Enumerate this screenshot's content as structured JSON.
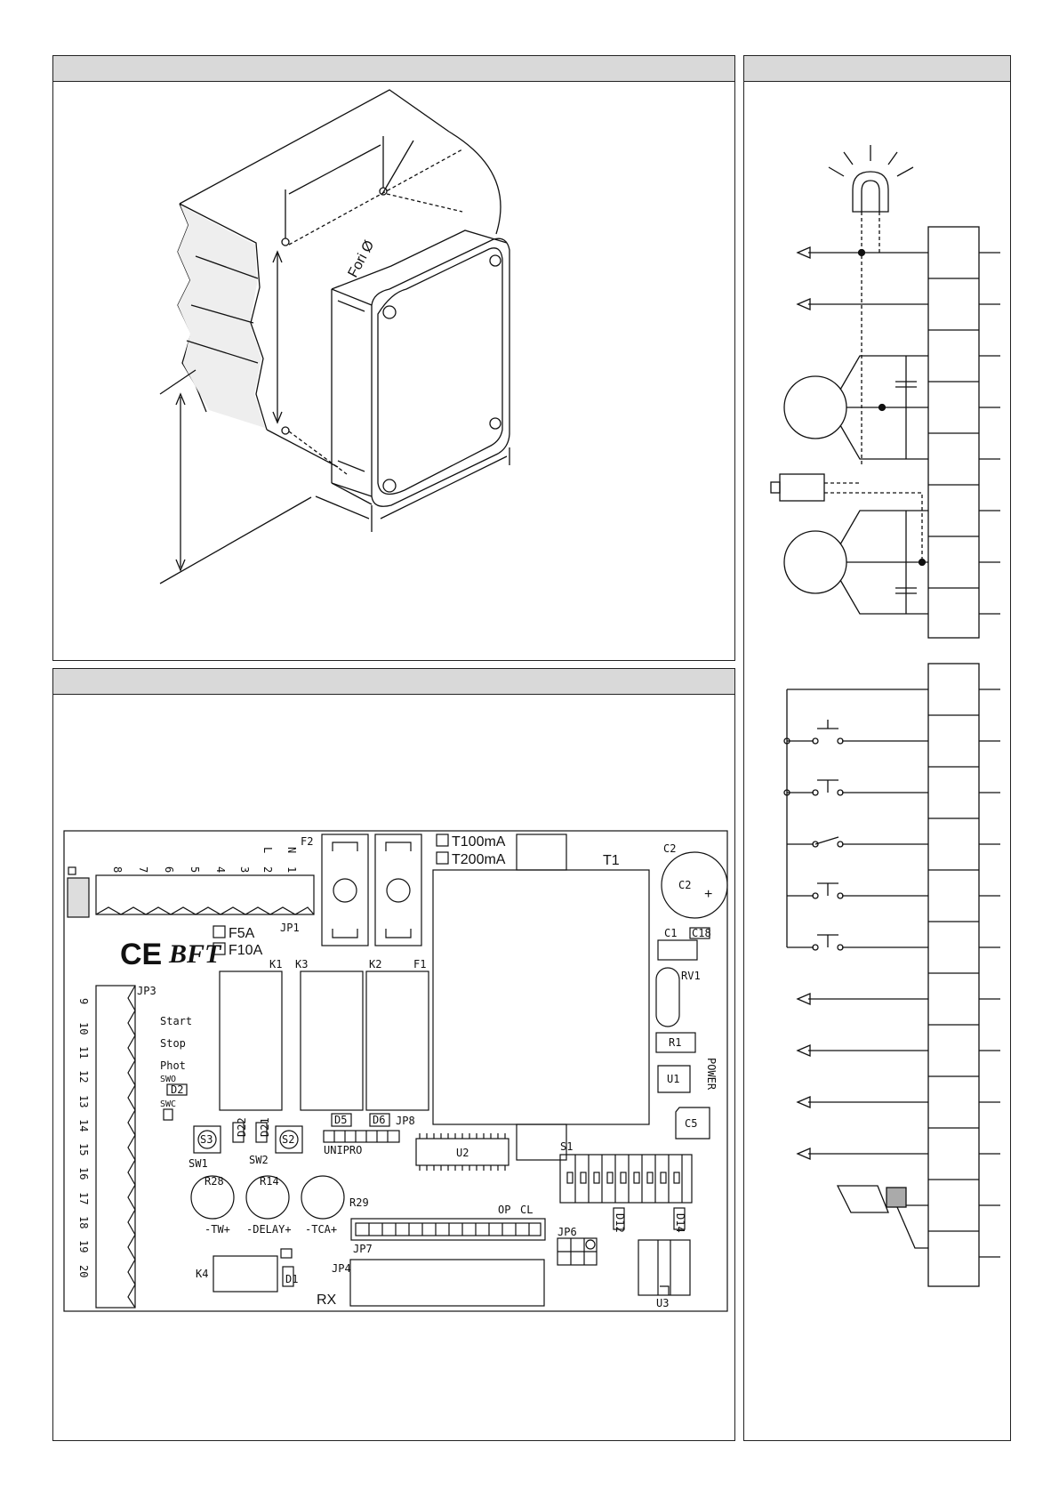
{
  "install": {
    "holes_label": "Fori Ø"
  },
  "board": {
    "fuses": {
      "f5a": "F5A",
      "f10a": "F10A",
      "t100": "T100mA",
      "t200": "T200mA"
    },
    "ce": "CE",
    "brand": "BFT",
    "top_terminals": [
      "8",
      "7",
      "6",
      "5",
      "4",
      "3",
      "2",
      "1"
    ],
    "ln_labels": [
      "L",
      "N"
    ],
    "left_terminals": [
      "9",
      "10",
      "11",
      "12",
      "13",
      "14",
      "15",
      "16",
      "17",
      "18",
      "19",
      "20"
    ],
    "inputs": {
      "start": "Start",
      "stop": "Stop",
      "phot": "Phot",
      "swo": "SWO",
      "swc": "SWC"
    },
    "components": {
      "F2": "F2",
      "JP1": "JP1",
      "K1": "K1",
      "K3": "K3",
      "K2": "K2",
      "F1": "F1",
      "T1": "T1",
      "C2": "C2",
      "C2inner": "C2",
      "C1": "C1",
      "C18": "C18",
      "RV1": "RV1",
      "R1": "R1",
      "U1": "U1",
      "POWER": "POWER",
      "C5": "C5",
      "JP3": "JP3",
      "S3": "S3",
      "S2": "S2",
      "SW1": "SW1",
      "SW2": "SW2",
      "D2": "D2",
      "D22": "D22",
      "D21": "D21",
      "D5": "D5",
      "D6": "D6",
      "JP8": "JP8",
      "UNIPRO": "UNIPRO",
      "U2": "U2",
      "S1": "S1",
      "R28": "R28",
      "R14": "R14",
      "R29": "R29",
      "OP": "OP",
      "CL": "CL",
      "D12": "D12",
      "D14": "D14",
      "JP7": "JP7",
      "JP6": "JP6",
      "JP4": "JP4",
      "K4": "K4",
      "D1": "D1",
      "RX": "RX",
      "U3": "U3"
    },
    "pots": {
      "tw": "-TW+",
      "delay": "-DELAY+",
      "tca": "-TCA+"
    }
  }
}
